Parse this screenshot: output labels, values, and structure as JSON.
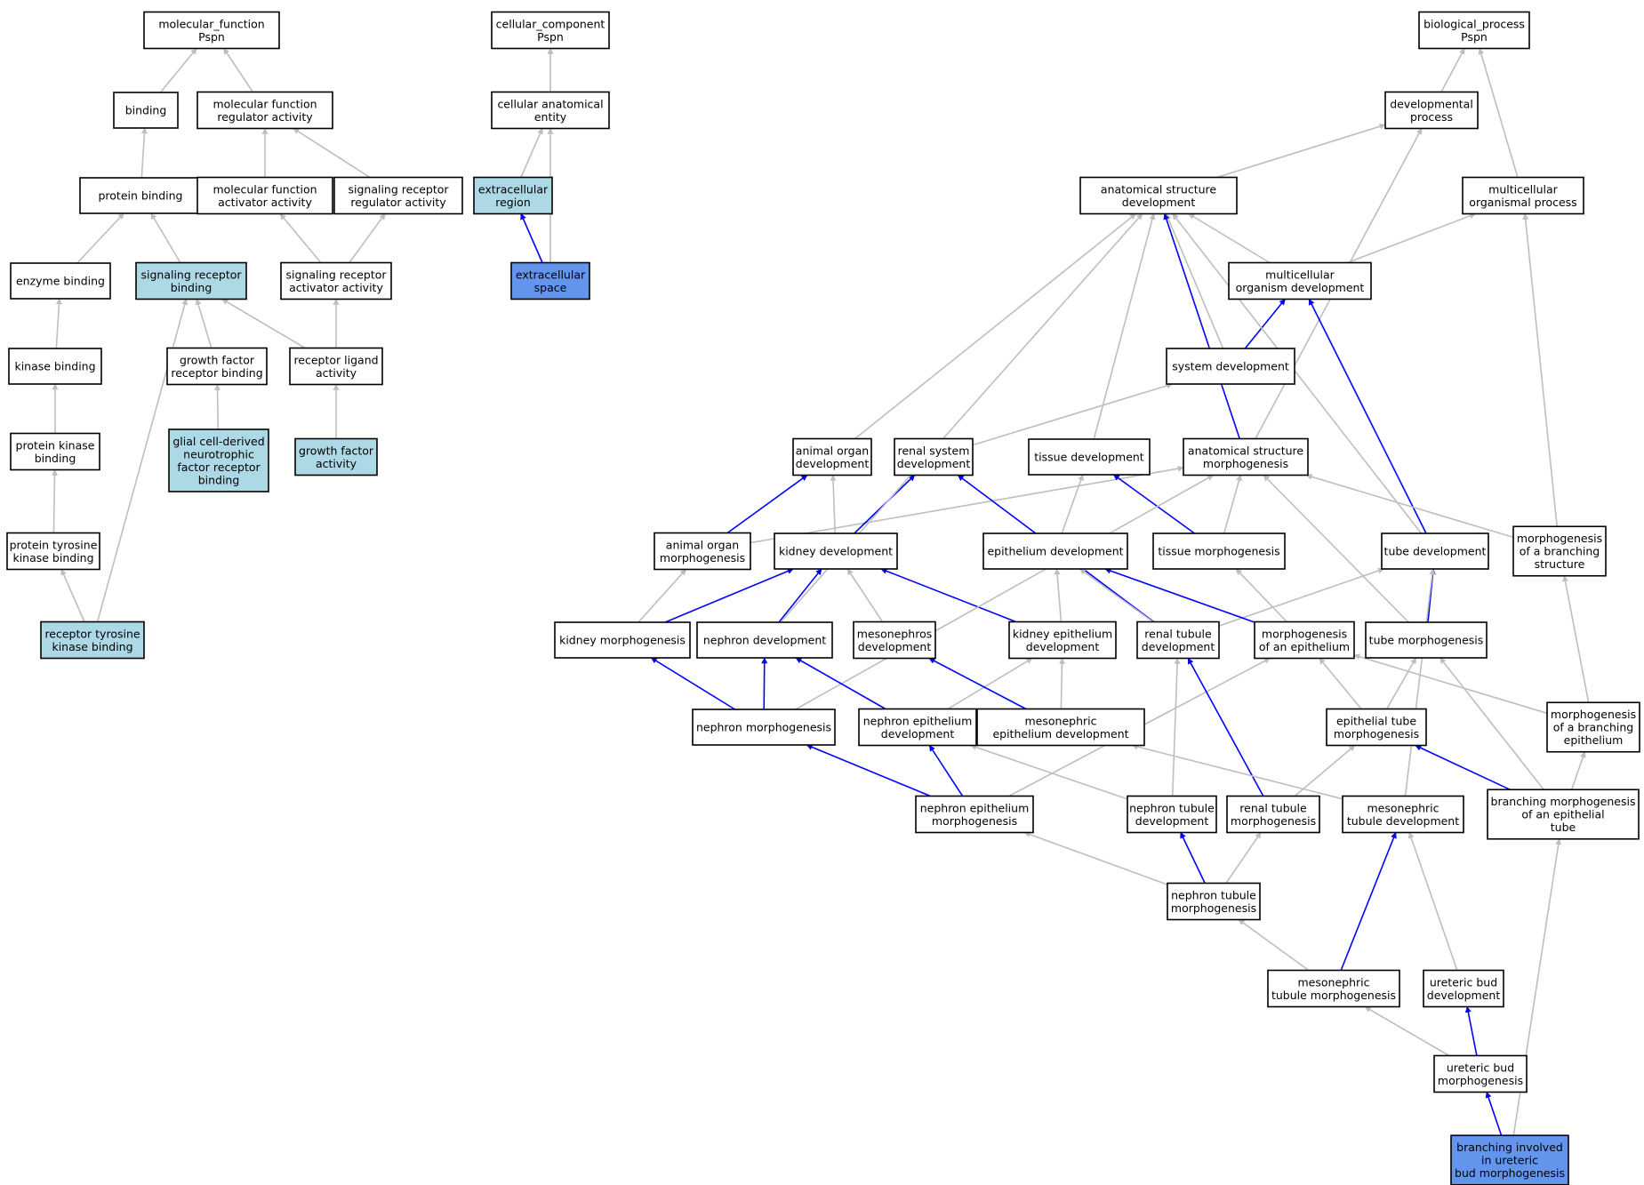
{
  "colors": {
    "default_fill": "#ffffff",
    "light_blue": "#add8e6",
    "dark_blue": "#6495ed",
    "gray_edge": "#bebebe",
    "blue_edge": "#0000ff"
  },
  "nodes": [
    {
      "id": "mf",
      "lines": [
        "molecular_function",
        "Pspn"
      ],
      "fill": "default"
    },
    {
      "id": "binding",
      "lines": [
        "binding"
      ],
      "fill": "default"
    },
    {
      "id": "mfreg",
      "lines": [
        "molecular function",
        "regulator activity"
      ],
      "fill": "default"
    },
    {
      "id": "protein_binding",
      "lines": [
        "protein binding"
      ],
      "fill": "default"
    },
    {
      "id": "mfact",
      "lines": [
        "molecular function",
        "activator activity"
      ],
      "fill": "default"
    },
    {
      "id": "srra",
      "lines": [
        "signaling receptor",
        "regulator activity"
      ],
      "fill": "default"
    },
    {
      "id": "enzyme_binding",
      "lines": [
        "enzyme binding"
      ],
      "fill": "default"
    },
    {
      "id": "srb",
      "lines": [
        "signaling receptor",
        "binding"
      ],
      "fill": "light"
    },
    {
      "id": "sraa",
      "lines": [
        "signaling receptor",
        "activator activity"
      ],
      "fill": "default"
    },
    {
      "id": "kinase_binding",
      "lines": [
        "kinase binding"
      ],
      "fill": "default"
    },
    {
      "id": "gfrb",
      "lines": [
        "growth factor",
        "receptor binding"
      ],
      "fill": "default"
    },
    {
      "id": "rla",
      "lines": [
        "receptor ligand",
        "activity"
      ],
      "fill": "default"
    },
    {
      "id": "pkb",
      "lines": [
        "protein kinase",
        "binding"
      ],
      "fill": "default"
    },
    {
      "id": "gdnf",
      "lines": [
        "glial cell-derived",
        "neurotrophic",
        "factor receptor",
        "binding"
      ],
      "fill": "light"
    },
    {
      "id": "gfa",
      "lines": [
        "growth factor",
        "activity"
      ],
      "fill": "light"
    },
    {
      "id": "ptkb",
      "lines": [
        "protein tyrosine",
        "kinase binding"
      ],
      "fill": "default"
    },
    {
      "id": "rtkb",
      "lines": [
        "receptor tyrosine",
        "kinase binding"
      ],
      "fill": "light"
    },
    {
      "id": "cc",
      "lines": [
        "cellular_component",
        "Pspn"
      ],
      "fill": "default"
    },
    {
      "id": "cae",
      "lines": [
        "cellular anatomical",
        "entity"
      ],
      "fill": "default"
    },
    {
      "id": "ecr",
      "lines": [
        "extracellular",
        "region"
      ],
      "fill": "light"
    },
    {
      "id": "ecs",
      "lines": [
        "extracellular",
        "space"
      ],
      "fill": "dark"
    },
    {
      "id": "bp",
      "lines": [
        "biological_process",
        "Pspn"
      ],
      "fill": "default"
    },
    {
      "id": "devp",
      "lines": [
        "developmental",
        "process"
      ],
      "fill": "default"
    },
    {
      "id": "asd",
      "lines": [
        "anatomical structure",
        "development"
      ],
      "fill": "default"
    },
    {
      "id": "mop",
      "lines": [
        "multicellular",
        "organismal process"
      ],
      "fill": "default"
    },
    {
      "id": "mod",
      "lines": [
        "multicellular",
        "organism development"
      ],
      "fill": "default"
    },
    {
      "id": "sysdev",
      "lines": [
        "system development"
      ],
      "fill": "default"
    },
    {
      "id": "aod",
      "lines": [
        "animal organ",
        "development"
      ],
      "fill": "default"
    },
    {
      "id": "rsd",
      "lines": [
        "renal system",
        "development"
      ],
      "fill": "default"
    },
    {
      "id": "tisdev",
      "lines": [
        "tissue development"
      ],
      "fill": "default"
    },
    {
      "id": "asm",
      "lines": [
        "anatomical structure",
        "morphogenesis"
      ],
      "fill": "default"
    },
    {
      "id": "aom",
      "lines": [
        "animal organ",
        "morphogenesis"
      ],
      "fill": "default"
    },
    {
      "id": "kd",
      "lines": [
        "kidney development"
      ],
      "fill": "default"
    },
    {
      "id": "epd",
      "lines": [
        "epithelium development"
      ],
      "fill": "default"
    },
    {
      "id": "tm",
      "lines": [
        "tissue morphogenesis"
      ],
      "fill": "default"
    },
    {
      "id": "td",
      "lines": [
        "tube development"
      ],
      "fill": "default"
    },
    {
      "id": "mbs",
      "lines": [
        "morphogenesis",
        "of a branching",
        "structure"
      ],
      "fill": "default"
    },
    {
      "id": "km",
      "lines": [
        "kidney morphogenesis"
      ],
      "fill": "default"
    },
    {
      "id": "nd",
      "lines": [
        "nephron development"
      ],
      "fill": "default"
    },
    {
      "id": "mesd",
      "lines": [
        "mesonephros",
        "development"
      ],
      "fill": "default"
    },
    {
      "id": "ked",
      "lines": [
        "kidney epithelium",
        "development"
      ],
      "fill": "default"
    },
    {
      "id": "rtd",
      "lines": [
        "renal tubule",
        "development"
      ],
      "fill": "default"
    },
    {
      "id": "moe",
      "lines": [
        "morphogenesis",
        "of an epithelium"
      ],
      "fill": "default"
    },
    {
      "id": "tubm",
      "lines": [
        "tube morphogenesis"
      ],
      "fill": "default"
    },
    {
      "id": "nm",
      "lines": [
        "nephron morphogenesis"
      ],
      "fill": "default"
    },
    {
      "id": "ned",
      "lines": [
        "nephron epithelium",
        "development"
      ],
      "fill": "default"
    },
    {
      "id": "med",
      "lines": [
        "mesonephric",
        "epithelium development"
      ],
      "fill": "default"
    },
    {
      "id": "etm",
      "lines": [
        "epithelial tube",
        "morphogenesis"
      ],
      "fill": "default"
    },
    {
      "id": "mbe",
      "lines": [
        "morphogenesis",
        "of a branching",
        "epithelium"
      ],
      "fill": "default"
    },
    {
      "id": "nem",
      "lines": [
        "nephron epithelium",
        "morphogenesis"
      ],
      "fill": "default"
    },
    {
      "id": "ntd",
      "lines": [
        "nephron tubule",
        "development"
      ],
      "fill": "default"
    },
    {
      "id": "rtm",
      "lines": [
        "renal tubule",
        "morphogenesis"
      ],
      "fill": "default"
    },
    {
      "id": "mtd",
      "lines": [
        "mesonephric",
        "tubule development"
      ],
      "fill": "default"
    },
    {
      "id": "bmet",
      "lines": [
        "branching morphogenesis",
        "of an epithelial",
        "tube"
      ],
      "fill": "default"
    },
    {
      "id": "ntm",
      "lines": [
        "nephron tubule",
        "morphogenesis"
      ],
      "fill": "default"
    },
    {
      "id": "mtm",
      "lines": [
        "mesonephric",
        "tubule morphogenesis"
      ],
      "fill": "default"
    },
    {
      "id": "ubd",
      "lines": [
        "ureteric bud",
        "development"
      ],
      "fill": "default"
    },
    {
      "id": "ubm",
      "lines": [
        "ureteric bud",
        "morphogenesis"
      ],
      "fill": "default"
    },
    {
      "id": "biubm",
      "lines": [
        "branching involved",
        "in ureteric",
        "bud morphogenesis"
      ],
      "fill": "dark"
    }
  ],
  "edges": [
    {
      "from": "binding",
      "to": "mf",
      "color": "gray"
    },
    {
      "from": "mfreg",
      "to": "mf",
      "color": "gray"
    },
    {
      "from": "protein_binding",
      "to": "binding",
      "color": "gray"
    },
    {
      "from": "mfact",
      "to": "mfreg",
      "color": "gray"
    },
    {
      "from": "srra",
      "to": "mfreg",
      "color": "gray"
    },
    {
      "from": "enzyme_binding",
      "to": "protein_binding",
      "color": "gray"
    },
    {
      "from": "srb",
      "to": "protein_binding",
      "color": "gray"
    },
    {
      "from": "sraa",
      "to": "mfact",
      "color": "gray"
    },
    {
      "from": "sraa",
      "to": "srra",
      "color": "gray"
    },
    {
      "from": "kinase_binding",
      "to": "enzyme_binding",
      "color": "gray"
    },
    {
      "from": "gfrb",
      "to": "srb",
      "color": "gray"
    },
    {
      "from": "rla",
      "to": "srb",
      "color": "gray"
    },
    {
      "from": "rla",
      "to": "sraa",
      "color": "gray"
    },
    {
      "from": "pkb",
      "to": "kinase_binding",
      "color": "gray"
    },
    {
      "from": "gdnf",
      "to": "gfrb",
      "color": "gray"
    },
    {
      "from": "gfa",
      "to": "rla",
      "color": "gray"
    },
    {
      "from": "ptkb",
      "to": "pkb",
      "color": "gray"
    },
    {
      "from": "rtkb",
      "to": "ptkb",
      "color": "gray"
    },
    {
      "from": "rtkb",
      "to": "srb",
      "color": "gray"
    },
    {
      "from": "cae",
      "to": "cc",
      "color": "gray"
    },
    {
      "from": "ecr",
      "to": "cae",
      "color": "gray"
    },
    {
      "from": "ecs",
      "to": "ecr",
      "color": "blue"
    },
    {
      "from": "ecs",
      "to": "cae",
      "color": "gray"
    },
    {
      "from": "devp",
      "to": "bp",
      "color": "gray"
    },
    {
      "from": "mop",
      "to": "bp",
      "color": "gray"
    },
    {
      "from": "asd",
      "to": "devp",
      "color": "gray"
    },
    {
      "from": "mod",
      "to": "asd",
      "color": "gray"
    },
    {
      "from": "mod",
      "to": "mop",
      "color": "gray"
    },
    {
      "from": "sysdev",
      "to": "mod",
      "color": "blue"
    },
    {
      "from": "sysdev",
      "to": "asd",
      "color": "gray"
    },
    {
      "from": "aod",
      "to": "asd",
      "color": "gray"
    },
    {
      "from": "rsd",
      "to": "sysdev",
      "color": "gray"
    },
    {
      "from": "tisdev",
      "to": "asd",
      "color": "gray"
    },
    {
      "from": "asm",
      "to": "asd",
      "color": "blue"
    },
    {
      "from": "asm",
      "to": "devp",
      "color": "gray"
    },
    {
      "from": "aom",
      "to": "aod",
      "color": "blue"
    },
    {
      "from": "aom",
      "to": "asm",
      "color": "gray"
    },
    {
      "from": "kd",
      "to": "aod",
      "color": "gray"
    },
    {
      "from": "kd",
      "to": "rsd",
      "color": "blue"
    },
    {
      "from": "epd",
      "to": "tisdev",
      "color": "gray"
    },
    {
      "from": "tm",
      "to": "tisdev",
      "color": "blue"
    },
    {
      "from": "tm",
      "to": "asm",
      "color": "gray"
    },
    {
      "from": "td",
      "to": "asd",
      "color": "gray"
    },
    {
      "from": "td",
      "to": "mod",
      "color": "blue"
    },
    {
      "from": "mbs",
      "to": "asm",
      "color": "gray"
    },
    {
      "from": "mbs",
      "to": "mop",
      "color": "gray"
    },
    {
      "from": "km",
      "to": "aom",
      "color": "gray"
    },
    {
      "from": "km",
      "to": "kd",
      "color": "blue"
    },
    {
      "from": "nd",
      "to": "kd",
      "color": "blue"
    },
    {
      "from": "nd",
      "to": "asd",
      "color": "gray"
    },
    {
      "from": "mesd",
      "to": "kd",
      "color": "gray"
    },
    {
      "from": "ked",
      "to": "kd",
      "color": "blue"
    },
    {
      "from": "ked",
      "to": "epd",
      "color": "gray"
    },
    {
      "from": "rtd",
      "to": "rsd",
      "color": "blue"
    },
    {
      "from": "rtd",
      "to": "epd",
      "color": "gray"
    },
    {
      "from": "rtd",
      "to": "td",
      "color": "gray"
    },
    {
      "from": "moe",
      "to": "epd",
      "color": "blue"
    },
    {
      "from": "moe",
      "to": "tm",
      "color": "gray"
    },
    {
      "from": "tubm",
      "to": "td",
      "color": "blue"
    },
    {
      "from": "tubm",
      "to": "asm",
      "color": "gray"
    },
    {
      "from": "nm",
      "to": "km",
      "color": "blue"
    },
    {
      "from": "nm",
      "to": "nd",
      "color": "blue"
    },
    {
      "from": "nm",
      "to": "asm",
      "color": "gray"
    },
    {
      "from": "ned",
      "to": "nd",
      "color": "blue"
    },
    {
      "from": "ned",
      "to": "ked",
      "color": "gray"
    },
    {
      "from": "med",
      "to": "mesd",
      "color": "blue"
    },
    {
      "from": "med",
      "to": "ked",
      "color": "gray"
    },
    {
      "from": "etm",
      "to": "moe",
      "color": "gray"
    },
    {
      "from": "etm",
      "to": "tubm",
      "color": "gray"
    },
    {
      "from": "mbe",
      "to": "mbs",
      "color": "gray"
    },
    {
      "from": "mbe",
      "to": "moe",
      "color": "gray"
    },
    {
      "from": "nem",
      "to": "nm",
      "color": "blue"
    },
    {
      "from": "nem",
      "to": "ned",
      "color": "blue"
    },
    {
      "from": "nem",
      "to": "moe",
      "color": "gray"
    },
    {
      "from": "ntd",
      "to": "ned",
      "color": "gray"
    },
    {
      "from": "ntd",
      "to": "rtd",
      "color": "gray"
    },
    {
      "from": "rtm",
      "to": "rtd",
      "color": "blue"
    },
    {
      "from": "rtm",
      "to": "etm",
      "color": "gray"
    },
    {
      "from": "mtd",
      "to": "med",
      "color": "gray"
    },
    {
      "from": "mtd",
      "to": "td",
      "color": "gray"
    },
    {
      "from": "bmet",
      "to": "etm",
      "color": "blue"
    },
    {
      "from": "bmet",
      "to": "mbe",
      "color": "gray"
    },
    {
      "from": "bmet",
      "to": "tubm",
      "color": "gray"
    },
    {
      "from": "ntm",
      "to": "ntd",
      "color": "blue"
    },
    {
      "from": "ntm",
      "to": "rtm",
      "color": "gray"
    },
    {
      "from": "ntm",
      "to": "nem",
      "color": "gray"
    },
    {
      "from": "mtm",
      "to": "ntm",
      "color": "gray"
    },
    {
      "from": "mtm",
      "to": "mtd",
      "color": "blue"
    },
    {
      "from": "ubd",
      "to": "mtd",
      "color": "gray"
    },
    {
      "from": "ubm",
      "to": "ubd",
      "color": "blue"
    },
    {
      "from": "ubm",
      "to": "mtm",
      "color": "gray"
    },
    {
      "from": "biubm",
      "to": "ubm",
      "color": "blue"
    },
    {
      "from": "biubm",
      "to": "bmet",
      "color": "gray"
    }
  ]
}
